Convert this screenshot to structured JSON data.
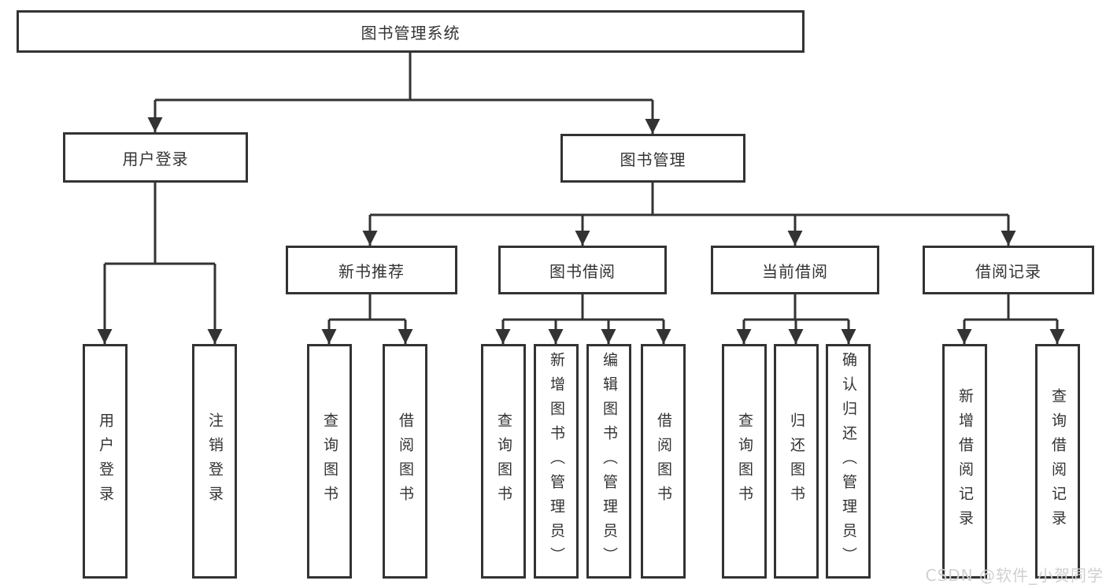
{
  "tree": {
    "root": {
      "label": "图书管理系统"
    },
    "branches": [
      {
        "label": "用户登录",
        "leaves": [
          {
            "label": "用户登录"
          },
          {
            "label": "注销登录"
          }
        ]
      },
      {
        "label": "图书管理",
        "modules": [
          {
            "label": "新书推荐",
            "leaves": [
              {
                "label": "查询图书"
              },
              {
                "label": "借阅图书"
              }
            ]
          },
          {
            "label": "图书借阅",
            "leaves": [
              {
                "label": "查询图书"
              },
              {
                "label": "新增图书（管理员）"
              },
              {
                "label": "编辑图书（管理员）"
              },
              {
                "label": "借阅图书"
              }
            ]
          },
          {
            "label": "当前借阅",
            "leaves": [
              {
                "label": "查询图书"
              },
              {
                "label": "归还图书"
              },
              {
                "label": "确认归还（管理员）"
              }
            ]
          },
          {
            "label": "借阅记录",
            "leaves": [
              {
                "label": "新增借阅记录"
              },
              {
                "label": "查询借阅记录"
              }
            ]
          }
        ]
      }
    ]
  },
  "watermark": {
    "text": "CSDN @软件_小贺同学"
  },
  "colors": {
    "line": "#333333",
    "text": "#333333",
    "background": "#ffffff",
    "watermark": "#d0d0d0"
  }
}
